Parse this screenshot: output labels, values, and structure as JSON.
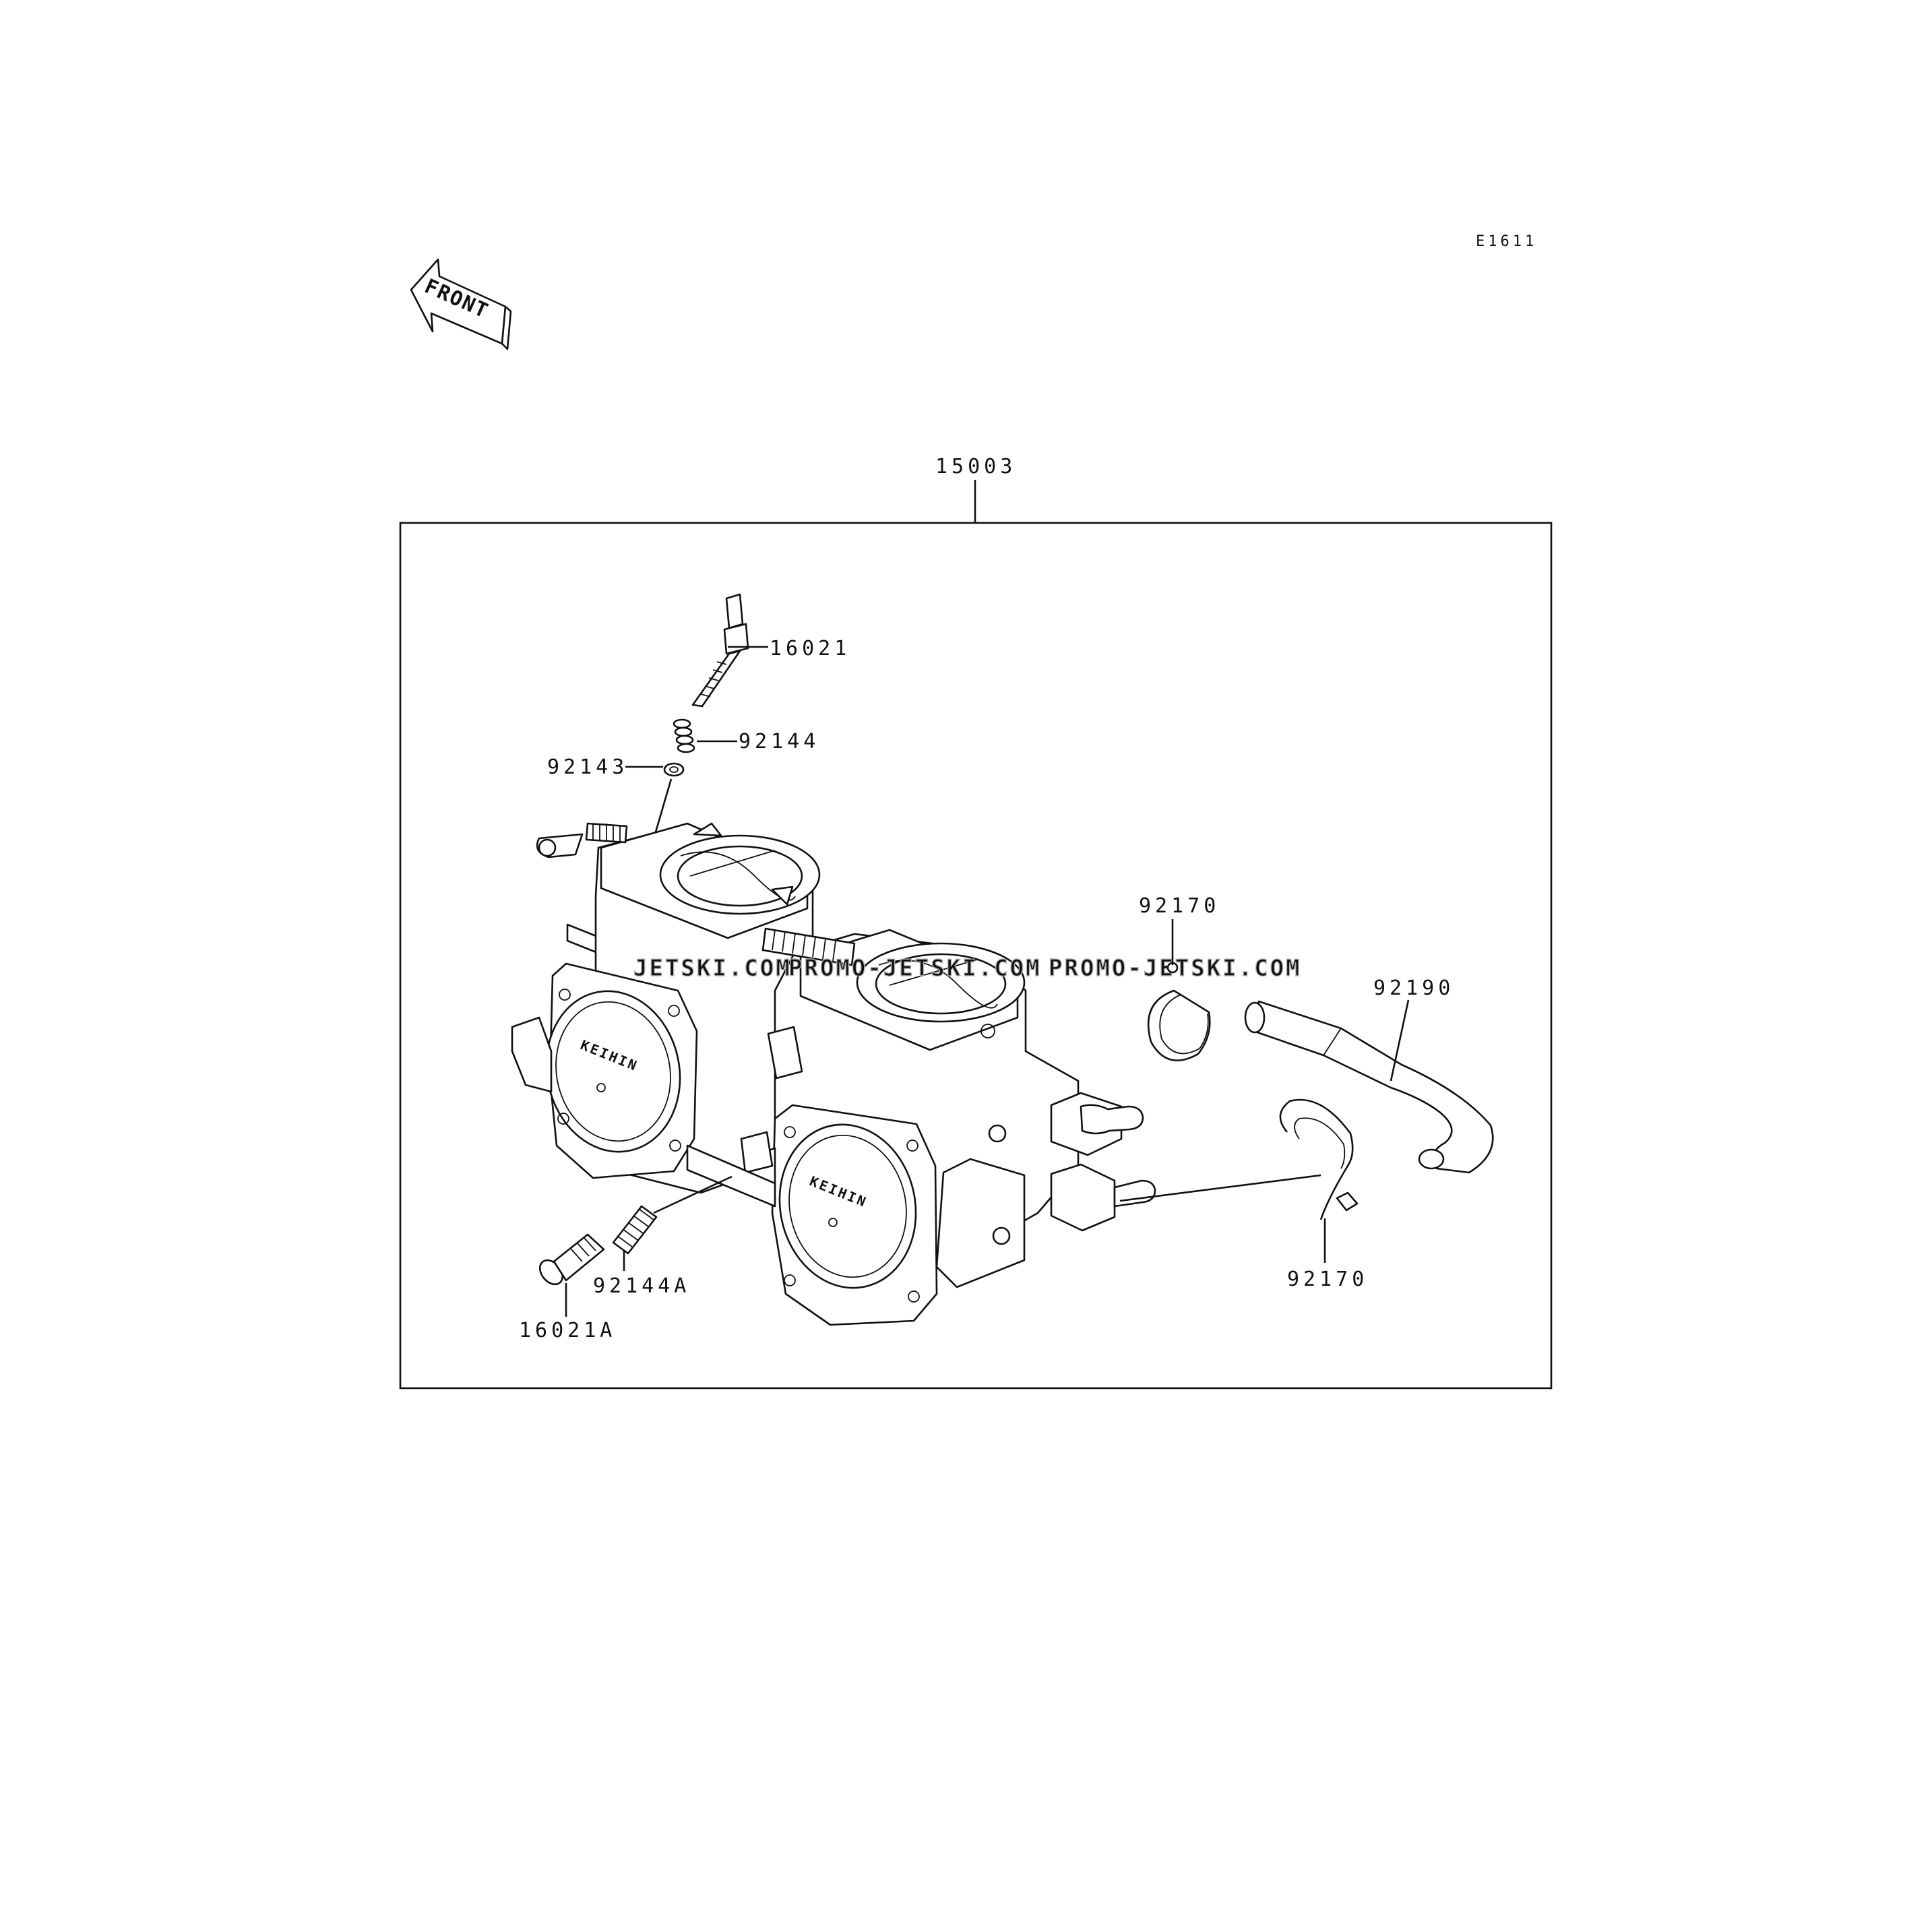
{
  "diagram": {
    "code": "E1611",
    "front_label": "FRONT",
    "assembly_label": "15003",
    "watermarks": [
      "JETSKI.COM",
      "PROMO-JETSKI.COM",
      "PROMO-JETSKI.COM"
    ],
    "carb_brand": "KEIHIN",
    "parts": {
      "p16021": "16021",
      "p92144": "92144",
      "p92143": "92143",
      "p92170_top": "92170",
      "p92190": "92190",
      "p92144A": "92144A",
      "p16021A": "16021A",
      "p92170_bottom": "92170"
    }
  }
}
